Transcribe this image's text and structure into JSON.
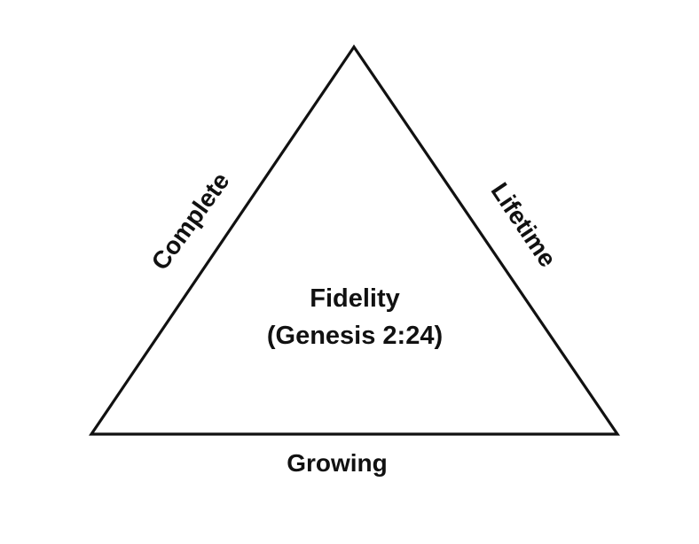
{
  "diagram": {
    "sides": {
      "left": "Complete",
      "right": "Lifetime",
      "bottom": "Growing"
    },
    "center": {
      "title": "Fidelity",
      "reference": "(Genesis 2:24)"
    },
    "colors": {
      "stroke": "#111111",
      "text": "#111111",
      "background": "#ffffff"
    }
  }
}
